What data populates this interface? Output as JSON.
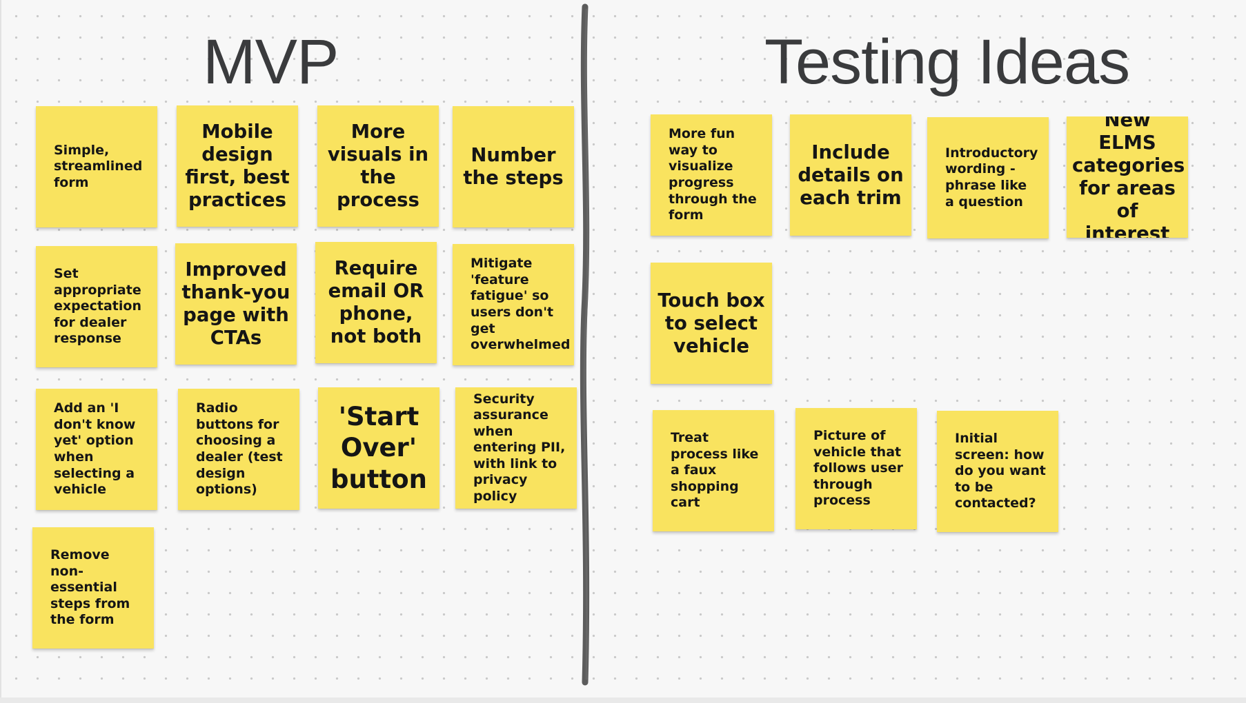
{
  "board": {
    "mvp_heading": "MVP",
    "testing_heading": "Testing Ideas",
    "note_color": "#f9e35f",
    "divider_color": "#4a4a4a"
  },
  "mvp_notes": [
    "Simple, streamlined form",
    "Mobile design first, best practices",
    "More visuals in the process",
    "Number the steps",
    "Set appropriate expectation for dealer response",
    "Improved thank-you page with CTAs",
    "Require email OR phone, not both",
    "Mitigate 'feature fatigue' so users don't get overwhelmed",
    "Add an 'I don't know yet' option when selecting a vehicle",
    "Radio buttons for choosing a dealer (test design options)",
    "'Start Over' button",
    "Security assurance when entering PII, with link to privacy policy",
    "Remove non-essential steps from the form"
  ],
  "testing_notes": [
    "More fun way to visualize progress through the form",
    "Include details on each trim",
    "Introductory wording - phrase like a question",
    "New ELMS categories for areas of interest",
    "Touch box to select vehicle",
    "Treat process like a faux shopping cart",
    "Picture of vehicle that follows user through process",
    "Initial screen: how do you want to be contacted?"
  ]
}
